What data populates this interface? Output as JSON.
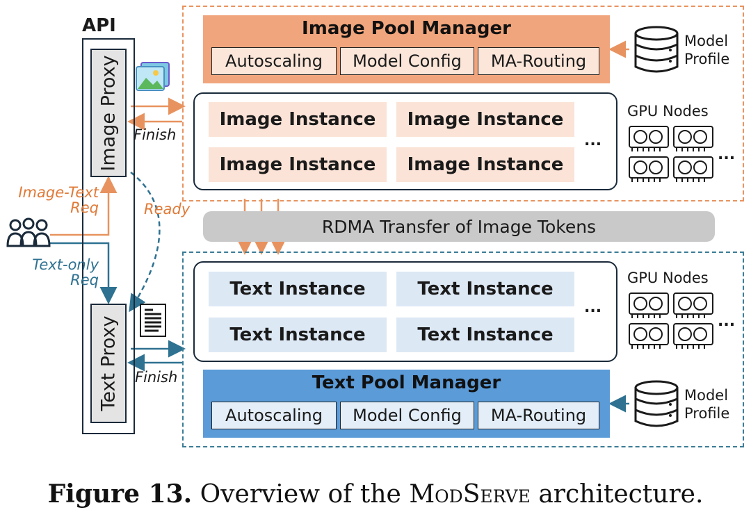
{
  "api": {
    "title": "API",
    "image_proxy": "Image Proxy",
    "text_proxy": "Text Proxy"
  },
  "users": {
    "image_text_req": [
      "Image-Text",
      "Req"
    ],
    "text_only_req": [
      "Text-only",
      "Req"
    ],
    "ready": "Ready"
  },
  "image_pool": {
    "manager_title": "Image Pool Manager",
    "modules": [
      "Autoscaling",
      "Model Config",
      "MA-Routing"
    ],
    "instances": [
      "Image Instance",
      "Image Instance",
      "Image Instance",
      "Image Instance"
    ],
    "finish": "Finish",
    "gpu_nodes": "GPU Nodes",
    "model_profile": [
      "Model",
      "Profile"
    ],
    "ellipsis": "...",
    "gpu_ellipsis": "..."
  },
  "rdma": "RDMA Transfer of Image Tokens",
  "text_pool": {
    "manager_title": "Text Pool Manager",
    "modules": [
      "Autoscaling",
      "Model Config",
      "MA-Routing"
    ],
    "instances": [
      "Text Instance",
      "Text Instance",
      "Text Instance",
      "Text Instance"
    ],
    "finish": "Finish",
    "gpu_nodes": "GPU Nodes",
    "model_profile": [
      "Model",
      "Profile"
    ],
    "ellipsis": "...",
    "gpu_ellipsis": "..."
  },
  "caption": {
    "label": "Figure 13.",
    "text_before": "Overview of the",
    "system": "ModServe",
    "text_after": "architecture."
  },
  "colors": {
    "image_accent": "#e8935f",
    "text_accent": "#3b7c96",
    "image_manager": "#f1a57c",
    "text_manager": "#5b9bd8"
  }
}
